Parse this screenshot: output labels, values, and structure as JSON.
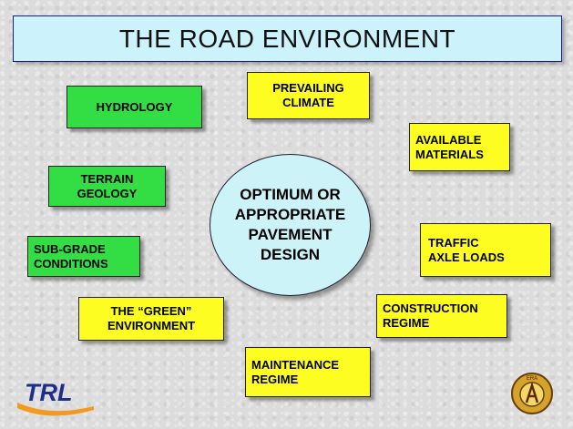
{
  "title": "THE ROAD ENVIRONMENT",
  "center": [
    "OPTIMUM OR",
    "APPROPRIATE",
    "PAVEMENT",
    "DESIGN"
  ],
  "factors": {
    "hydrology": [
      "HYDROLOGY"
    ],
    "terrain_geology": [
      "TERRAIN",
      "GEOLOGY"
    ],
    "subgrade": [
      "SUB-GRADE",
      "CONDITIONS"
    ],
    "green_environment": [
      "THE “GREEN”",
      "ENVIRONMENT"
    ],
    "prevailing_climate": [
      "PREVAILING",
      "CLIMATE"
    ],
    "available_materials": [
      "AVAILABLE",
      "MATERIALS"
    ],
    "traffic": [
      "TRAFFIC",
      "AXLE LOADS"
    ],
    "construction": [
      "CONSTRUCTION",
      "REGIME"
    ],
    "maintenance": [
      "MAINTENANCE",
      "REGIME"
    ]
  },
  "logos": {
    "trl": "TRL",
    "seal": "ERA"
  },
  "colors": {
    "title_bg": "#ccf2fb",
    "green_box": "#33dd44",
    "yellow_box": "#fdfd22",
    "hub_bg": "#ccf3f8",
    "trl_blue": "#1f2e8c",
    "trl_orange": "#f39a1e"
  }
}
